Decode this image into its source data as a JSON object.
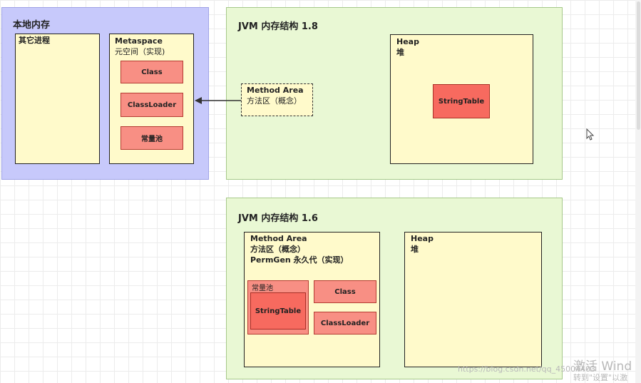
{
  "native_memory": {
    "title": "本地内存",
    "other_process": "其它进程",
    "metaspace": {
      "title": "Metaspace",
      "subtitle": "元空间（实现)",
      "items": [
        "Class",
        "ClassLoader",
        "常量池"
      ]
    }
  },
  "jvm18": {
    "title": "JVM 内存结构 1.8",
    "method_area": {
      "title": "Method Area",
      "subtitle": "方法区（概念）"
    },
    "heap": {
      "title": "Heap",
      "subtitle": "堆",
      "string_table": "StringTable"
    }
  },
  "jvm16": {
    "title": "JVM 内存结构 1.6",
    "method_area": {
      "title": "Method Area",
      "line2": "方法区（概念）",
      "line3": "PermGen 永久代（实现）",
      "constant_pool": "常量池",
      "string_table": "StringTable",
      "class": "Class",
      "classloader": "ClassLoader"
    },
    "heap": {
      "title": "Heap",
      "subtitle": "堆"
    }
  },
  "watermark": {
    "activate": "激活 Wind",
    "settings": "转到\"设置\"以激",
    "url": "https://blog.csdn.net/qq_45004403"
  },
  "colors": {
    "native_bg": "#c7c9fb",
    "jvm_bg": "#e9f8d4",
    "box_bg": "#fffacb",
    "item_red": "#f88f84",
    "string_table_red": "#f76a5f"
  }
}
